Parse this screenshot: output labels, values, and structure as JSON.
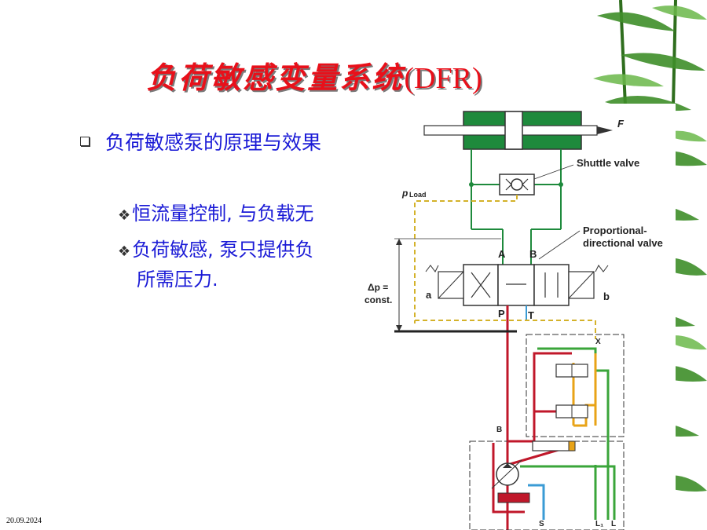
{
  "slide": {
    "title_cn": "负荷敏感变量系统",
    "title_en": "(DFR)",
    "bullet": "负荷敏感泵的原理与效果",
    "sub1": "恒流量控制, 与负载无",
    "sub2_line1": "负荷敏感, 泵只提供负",
    "sub2_line2": "所需压力.",
    "date": "20.09.2024"
  },
  "diagram": {
    "force_label": "F",
    "shuttle_label": "Shuttle valve",
    "pload_label": "p",
    "pload_sub": "Load",
    "prop_label_1": "Proportional-",
    "prop_label_2": "directional valve",
    "port_a_upper": "A",
    "port_b_upper": "B",
    "side_a": "a",
    "side_b": "b",
    "port_p": "P",
    "port_t": "T",
    "dp_label_1": "Δp =",
    "dp_label_2": "const.",
    "port_x": "X",
    "pump_b": "B",
    "port_s": "S",
    "port_l1": "L₁",
    "port_l": "L"
  },
  "colors": {
    "title": "#e8101a",
    "text": "#1a1ad6",
    "cylinder": "#1e8a3c",
    "pressure": "#c0172a",
    "control": "#e8a317",
    "drain": "#3aa53a",
    "suction": "#3a9bd5",
    "pilot": "#d4b22a"
  }
}
